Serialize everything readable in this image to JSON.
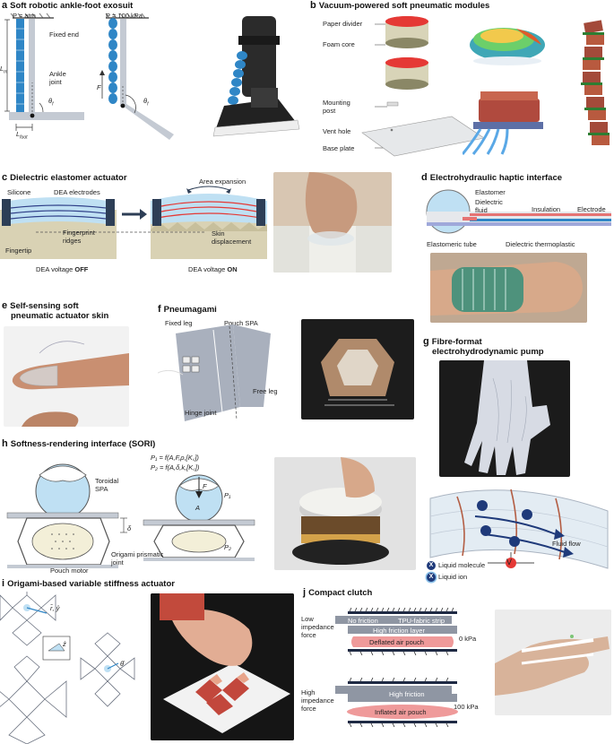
{
  "panels": {
    "a": {
      "letter": "a",
      "title": "Soft robotic ankle-foot exosuit",
      "labels": {
        "p_atm": "P = atm",
        "p_100": "P = 100 kPa",
        "fixed_end": "Fixed end",
        "ankle_joint": "Ankle joint",
        "lm": "L",
        "lm_sub": "m",
        "lfoot": "L",
        "lfoot_sub": "foot",
        "theta": "θ",
        "theta_sub": "f",
        "f": "F",
        "theta2": "θ",
        "theta2_sub": "f"
      }
    },
    "b": {
      "letter": "b",
      "title": "Vacuum-powered soft pneumatic modules",
      "labels": {
        "paper_divider": "Paper divider",
        "foam_core": "Foam core",
        "mounting_post": "Mounting post",
        "vent_hole": "Vent hole",
        "base_plate": "Base plate"
      }
    },
    "c": {
      "letter": "c",
      "title": "Dielectric elastomer actuator",
      "labels": {
        "silicone": "Silicone",
        "dea_electrodes": "DEA electrodes",
        "fingerprint_ridges": "Fingerprint ridges",
        "fingertip": "Fingertip",
        "area_expansion": "Area expansion",
        "skin_displacement": "Skin displacement",
        "voltage_off_prefix": "DEA voltage ",
        "voltage_off": "OFF",
        "voltage_on_prefix": "DEA voltage ",
        "voltage_on": "ON"
      }
    },
    "d": {
      "letter": "d",
      "title": "Electrohydraulic haptic interface",
      "labels": {
        "elastomer": "Elastomer",
        "dielectric_fluid": "Dielectric fluid",
        "insulation": "Insulation",
        "electrode": "Electrode",
        "elastomeric_tube": "Elastomeric tube",
        "dielectric_thermoplastic": "Dielectric thermoplastic"
      }
    },
    "e": {
      "letter": "e",
      "title_line1": "Self-sensing soft",
      "title_line2": "pneumatic actuator skin"
    },
    "f": {
      "letter": "f",
      "title": "Pneumagami",
      "labels": {
        "fixed_leg": "Fixed leg",
        "pouch_spa": "Pouch SPA",
        "free_leg": "Free leg",
        "hinge_joint": "Hinge joint"
      }
    },
    "g": {
      "letter": "g",
      "title_line1": "Fibre-format",
      "title_line2": "electrohydrodynamic pump",
      "labels": {
        "fluid_flow": "Fluid flow",
        "liquid_molecule": "Liquid molecule",
        "liquid_ion": "Liquid ion",
        "x": "X",
        "v": "V",
        "plus": "+",
        "minus": "−"
      }
    },
    "h": {
      "letter": "h",
      "title": "Softness-rendering interface (SORI)",
      "labels": {
        "toroidal_spa": "Toroidal SPA",
        "pouch_motor": "Pouch motor",
        "origami_joint": "Origami prismatic joint",
        "delta": "δ",
        "eq1": "P₁ = f(A,F,ρ,[K꜀])",
        "eq2": "P₂ = f(A,δ,k,[K꜀])",
        "f": "F",
        "a": "A",
        "p1": "P₁",
        "p2": "P₂"
      }
    },
    "i": {
      "letter": "i",
      "title": "Origami-based variable stiffness actuator",
      "labels": {
        "r_theta": "r̂, ŷ",
        "z": "ẑ",
        "theta": "θ̂"
      }
    },
    "j": {
      "letter": "j",
      "title": "Compact clutch",
      "labels": {
        "low_impedance": "Low impedance force",
        "no_friction": "No friction",
        "tpu_strip": "TPU-fabric strip",
        "high_friction_layer": "High friction layer",
        "deflated_pouch": "Deflated air pouch",
        "zero_kpa": "0 kPa",
        "high_impedance": "High impedance force",
        "high_friction": "High friction",
        "inflated_pouch": "Inflated air pouch",
        "hundred_kpa": "100 kPa"
      }
    }
  },
  "colors": {
    "blue": "#2f86c6",
    "lightblue": "#bfe0f3",
    "grey": "#c4cad3",
    "darkgrey": "#6b7280",
    "red": "#e8504a",
    "pink": "#ef9a9a",
    "navy": "#1f3a7a",
    "tan": "#d9d2b4"
  }
}
